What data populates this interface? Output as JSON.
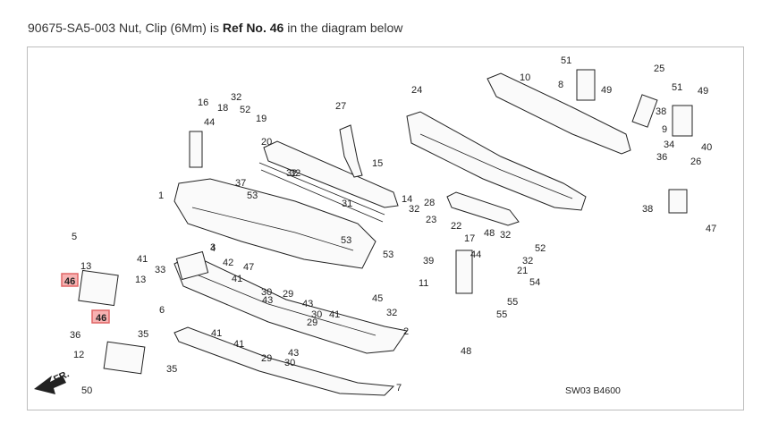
{
  "caption": {
    "part_number": "90675-SA5-003 Nut, Clip (6Mm) is",
    "ref": "Ref No. 46",
    "suffix": "in the diagram below"
  },
  "diagram": {
    "code": "SW03 B4600",
    "direction_label": "FR.",
    "highlighted_ref": "46",
    "labels": [
      "51",
      "10",
      "25",
      "8",
      "49",
      "51",
      "49",
      "24",
      "32",
      "16",
      "18",
      "52",
      "44",
      "19",
      "27",
      "38",
      "9",
      "40",
      "20",
      "32",
      "34",
      "36",
      "26",
      "15",
      "37",
      "32",
      "1",
      "53",
      "14",
      "31",
      "32",
      "28",
      "23",
      "22",
      "38",
      "47",
      "53",
      "53",
      "39",
      "17",
      "44",
      "48",
      "32",
      "52",
      "32",
      "21",
      "11",
      "54",
      "5",
      "41",
      "13",
      "46",
      "13",
      "33",
      "4",
      "42",
      "47",
      "41",
      "55",
      "55",
      "30",
      "29",
      "43",
      "45",
      "46",
      "6",
      "43",
      "30",
      "41",
      "29",
      "32",
      "36",
      "35",
      "41",
      "2",
      "12",
      "41",
      "35",
      "29",
      "43",
      "30",
      "50",
      "7",
      "3",
      "48"
    ]
  }
}
